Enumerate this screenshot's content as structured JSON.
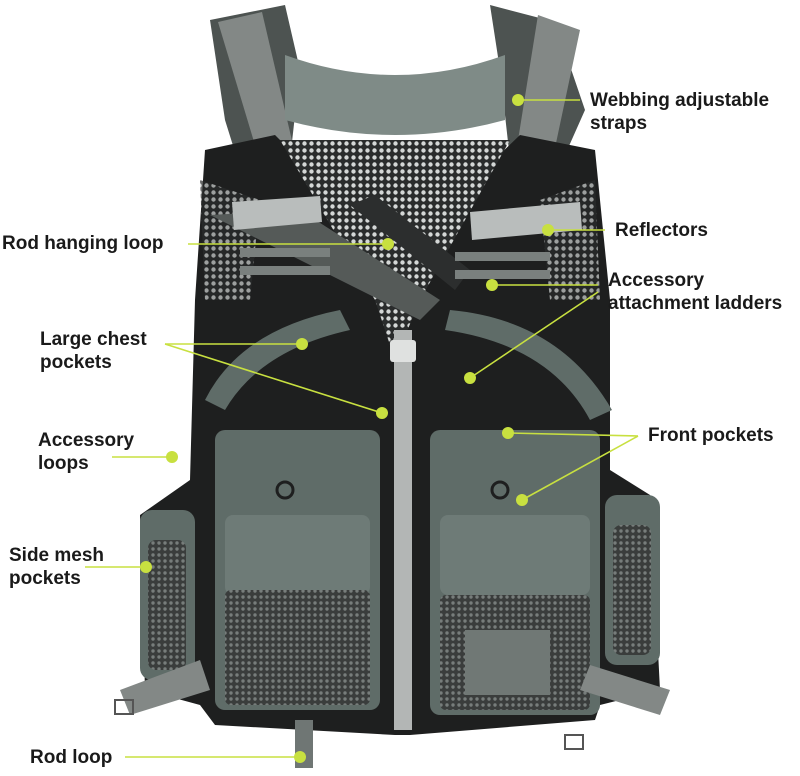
{
  "colors": {
    "leader_line": "#c8e040",
    "vest_black": "#1e1f1f",
    "vest_gray": "#5f6c68",
    "vest_gray_light": "#7d8985",
    "strap_gray": "#838886",
    "reflector": "#b9bdbc",
    "label_text": "#1a1a1a"
  },
  "callouts": {
    "webbing_straps": "Webbing adjustable\nstraps",
    "reflectors": "Reflectors",
    "accessory_ladders": "Accessory\nattachment ladders",
    "front_pockets": "Front pockets",
    "rod_hanging_loop": "Rod hanging loop",
    "large_chest_pockets": "Large chest\npockets",
    "accessory_loops": "Accessory\nloops",
    "side_mesh_pockets": "Side mesh\npockets",
    "rod_loop": "Rod loop"
  }
}
